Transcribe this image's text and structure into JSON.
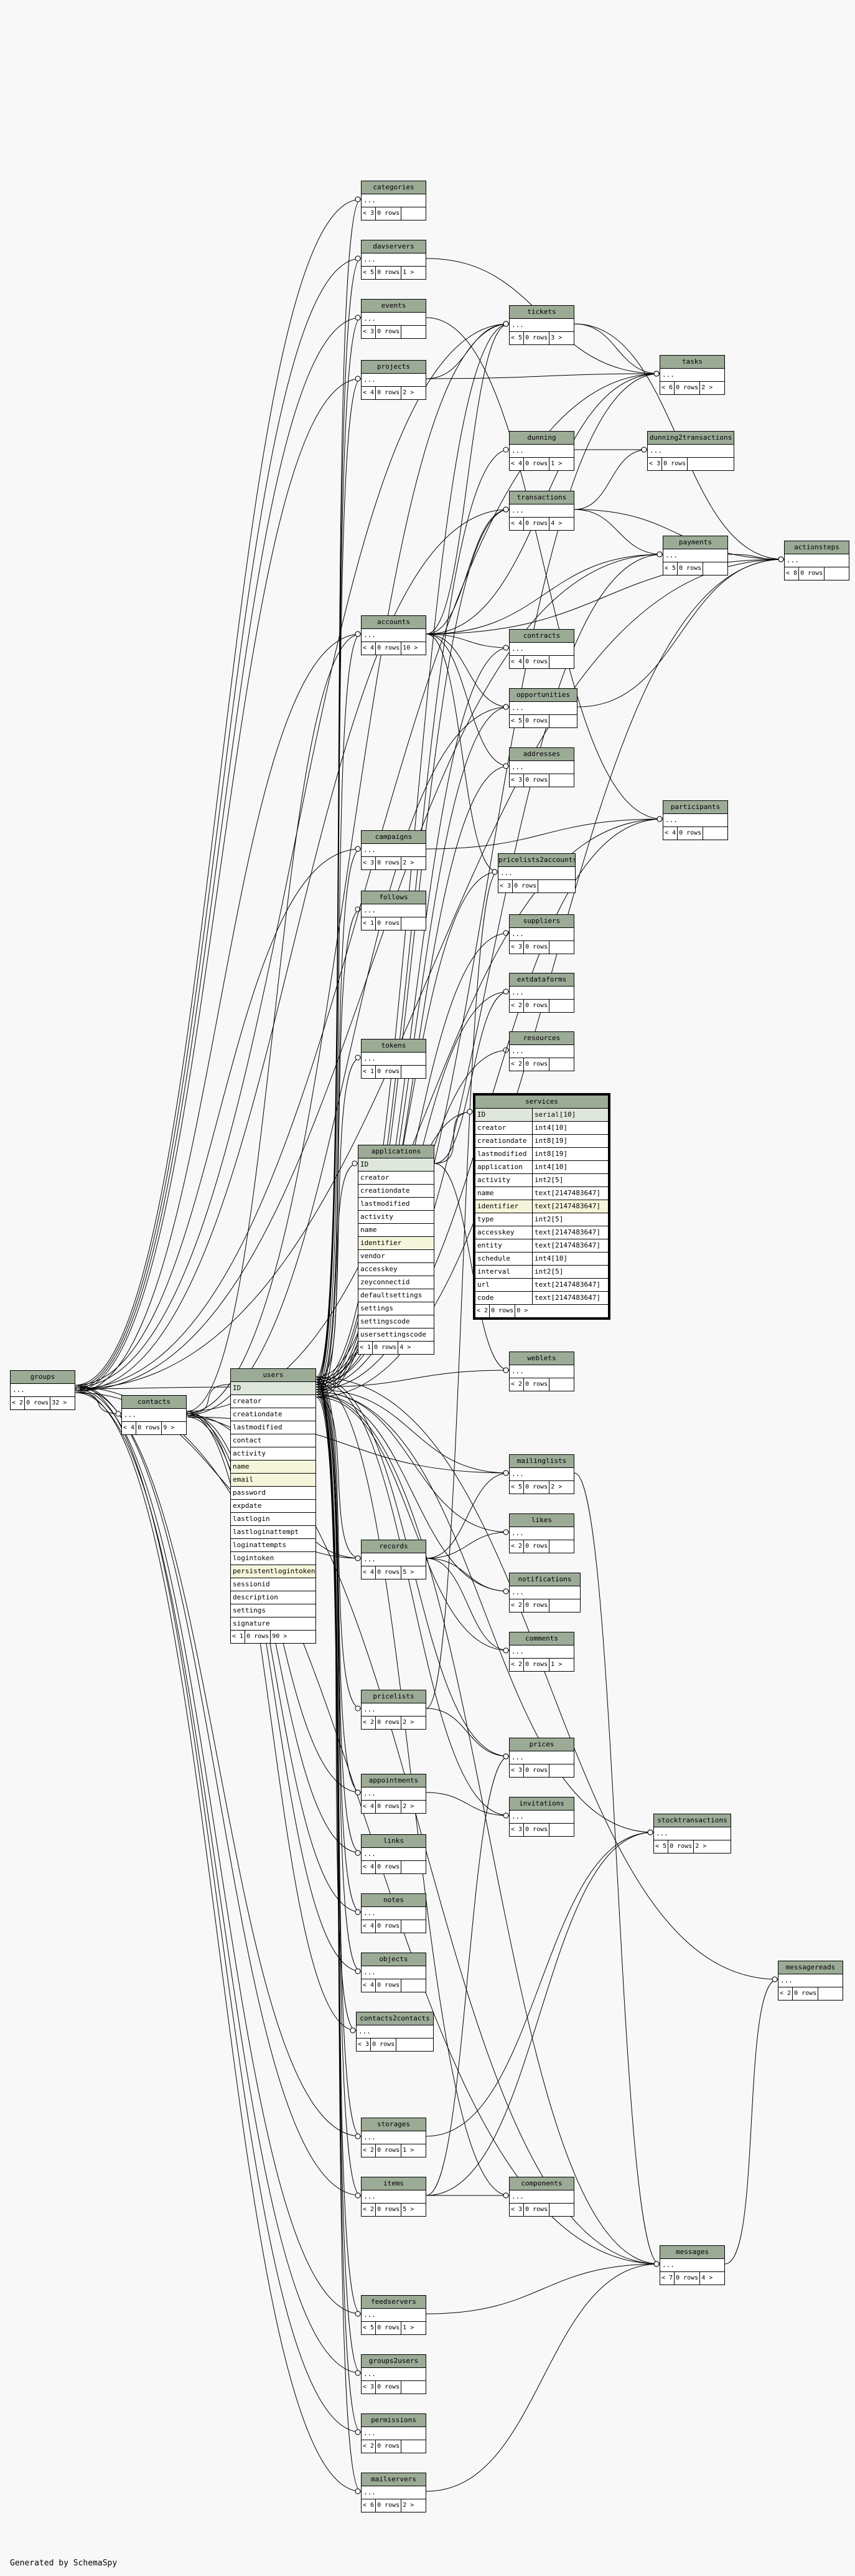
{
  "footer": "Generated by SchemaSpy",
  "ellipsis": "...",
  "tables": [
    {
      "id": "groups",
      "name": "groups",
      "children": "< 2",
      "rows": "0 rows",
      "parents": "32 >"
    },
    {
      "id": "contacts",
      "name": "contacts",
      "children": "< 4",
      "rows": "0 rows",
      "parents": "9 >"
    },
    {
      "id": "categories",
      "name": "categories",
      "children": "< 3",
      "rows": "0 rows",
      "parents": ""
    },
    {
      "id": "davservers",
      "name": "davservers",
      "children": "< 5",
      "rows": "0 rows",
      "parents": "1 >"
    },
    {
      "id": "events",
      "name": "events",
      "children": "< 3",
      "rows": "0 rows",
      "parents": ""
    },
    {
      "id": "projects",
      "name": "projects",
      "children": "< 4",
      "rows": "0 rows",
      "parents": "2 >"
    },
    {
      "id": "accounts",
      "name": "accounts",
      "children": "< 4",
      "rows": "0 rows",
      "parents": "10 >"
    },
    {
      "id": "campaigns",
      "name": "campaigns",
      "children": "< 3",
      "rows": "0 rows",
      "parents": "2 >"
    },
    {
      "id": "follows",
      "name": "follows",
      "children": "< 1",
      "rows": "0 rows",
      "parents": ""
    },
    {
      "id": "tokens",
      "name": "tokens",
      "children": "< 1",
      "rows": "0 rows",
      "parents": ""
    },
    {
      "id": "records",
      "name": "records",
      "children": "< 4",
      "rows": "0 rows",
      "parents": "5 >"
    },
    {
      "id": "pricelists",
      "name": "pricelists",
      "children": "< 2",
      "rows": "0 rows",
      "parents": "2 >"
    },
    {
      "id": "appointments",
      "name": "appointments",
      "children": "< 4",
      "rows": "0 rows",
      "parents": "2 >"
    },
    {
      "id": "links",
      "name": "links",
      "children": "< 4",
      "rows": "0 rows",
      "parents": ""
    },
    {
      "id": "notes",
      "name": "notes",
      "children": "< 4",
      "rows": "0 rows",
      "parents": ""
    },
    {
      "id": "objects",
      "name": "objects",
      "children": "< 4",
      "rows": "0 rows",
      "parents": ""
    },
    {
      "id": "contacts2contacts",
      "name": "contacts2contacts",
      "children": "< 3",
      "rows": "0 rows",
      "parents": ""
    },
    {
      "id": "storages",
      "name": "storages",
      "children": "< 2",
      "rows": "0 rows",
      "parents": "1 >"
    },
    {
      "id": "items",
      "name": "items",
      "children": "< 2",
      "rows": "0 rows",
      "parents": "5 >"
    },
    {
      "id": "feedservers",
      "name": "feedservers",
      "children": "< 5",
      "rows": "0 rows",
      "parents": "1 >"
    },
    {
      "id": "groups2users",
      "name": "groups2users",
      "children": "< 3",
      "rows": "0 rows",
      "parents": ""
    },
    {
      "id": "permissions",
      "name": "permissions",
      "children": "< 2",
      "rows": "0 rows",
      "parents": ""
    },
    {
      "id": "mailservers",
      "name": "mailservers",
      "children": "< 6",
      "rows": "0 rows",
      "parents": "2 >"
    },
    {
      "id": "tickets",
      "name": "tickets",
      "children": "< 5",
      "rows": "0 rows",
      "parents": "3 >"
    },
    {
      "id": "dunning",
      "name": "dunning",
      "children": "< 4",
      "rows": "0 rows",
      "parents": "1 >"
    },
    {
      "id": "transactions",
      "name": "transactions",
      "children": "< 4",
      "rows": "0 rows",
      "parents": "4 >"
    },
    {
      "id": "contracts",
      "name": "contracts",
      "children": "< 4",
      "rows": "0 rows",
      "parents": ""
    },
    {
      "id": "opportunities",
      "name": "opportunities",
      "children": "< 5",
      "rows": "0 rows",
      "parents": ""
    },
    {
      "id": "addresses",
      "name": "addresses",
      "children": "< 3",
      "rows": "0 rows",
      "parents": ""
    },
    {
      "id": "pricelists2accounts",
      "name": "pricelists2accounts",
      "children": "< 3",
      "rows": "0 rows",
      "parents": ""
    },
    {
      "id": "suppliers",
      "name": "suppliers",
      "children": "< 3",
      "rows": "0 rows",
      "parents": ""
    },
    {
      "id": "extdataforms",
      "name": "extdataforms",
      "children": "< 2",
      "rows": "0 rows",
      "parents": ""
    },
    {
      "id": "resources",
      "name": "resources",
      "children": "< 2",
      "rows": "0 rows",
      "parents": ""
    },
    {
      "id": "weblets",
      "name": "weblets",
      "children": "< 2",
      "rows": "0 rows",
      "parents": ""
    },
    {
      "id": "mailinglists",
      "name": "mailinglists",
      "children": "< 5",
      "rows": "0 rows",
      "parents": "2 >"
    },
    {
      "id": "likes",
      "name": "likes",
      "children": "< 2",
      "rows": "0 rows",
      "parents": ""
    },
    {
      "id": "notifications",
      "name": "notifications",
      "children": "< 2",
      "rows": "0 rows",
      "parents": ""
    },
    {
      "id": "comments",
      "name": "comments",
      "children": "< 2",
      "rows": "0 rows",
      "parents": "1 >"
    },
    {
      "id": "prices",
      "name": "prices",
      "children": "< 3",
      "rows": "0 rows",
      "parents": ""
    },
    {
      "id": "invitations",
      "name": "invitations",
      "children": "< 3",
      "rows": "0 rows",
      "parents": ""
    },
    {
      "id": "components",
      "name": "components",
      "children": "< 3",
      "rows": "0 rows",
      "parents": ""
    },
    {
      "id": "tasks",
      "name": "tasks",
      "children": "< 6",
      "rows": "0 rows",
      "parents": "2 >"
    },
    {
      "id": "dunning2transactions",
      "name": "dunning2transactions",
      "children": "< 3",
      "rows": "0 rows",
      "parents": ""
    },
    {
      "id": "payments",
      "name": "payments",
      "children": "< 5",
      "rows": "0 rows",
      "parents": ""
    },
    {
      "id": "participants",
      "name": "participants",
      "children": "< 4",
      "rows": "0 rows",
      "parents": ""
    },
    {
      "id": "stocktransactions",
      "name": "stocktransactions",
      "children": "< 5",
      "rows": "0 rows",
      "parents": "2 >"
    },
    {
      "id": "messages",
      "name": "messages",
      "children": "< 7",
      "rows": "0 rows",
      "parents": "4 >"
    },
    {
      "id": "actionsteps",
      "name": "actionsteps",
      "children": "< 8",
      "rows": "0 rows",
      "parents": ""
    },
    {
      "id": "messagereads",
      "name": "messagereads",
      "children": "< 2",
      "rows": "0 rows",
      "parents": ""
    }
  ],
  "users": {
    "name": "users",
    "columns": [
      {
        "name": "ID",
        "kind": "pk"
      },
      {
        "name": "creator",
        "kind": ""
      },
      {
        "name": "creationdate",
        "kind": ""
      },
      {
        "name": "lastmodified",
        "kind": ""
      },
      {
        "name": "contact",
        "kind": ""
      },
      {
        "name": "activity",
        "kind": ""
      },
      {
        "name": "name",
        "kind": "hl"
      },
      {
        "name": "email",
        "kind": "hl"
      },
      {
        "name": "password",
        "kind": ""
      },
      {
        "name": "expdate",
        "kind": ""
      },
      {
        "name": "lastlogin",
        "kind": ""
      },
      {
        "name": "lastloginattempt",
        "kind": ""
      },
      {
        "name": "loginattempts",
        "kind": ""
      },
      {
        "name": "logintoken",
        "kind": ""
      },
      {
        "name": "persistentlogintoken",
        "kind": "hl"
      },
      {
        "name": "sessionid",
        "kind": ""
      },
      {
        "name": "description",
        "kind": ""
      },
      {
        "name": "settings",
        "kind": ""
      },
      {
        "name": "signature",
        "kind": ""
      }
    ],
    "children": "< 1",
    "rows": "0 rows",
    "parents": "90 >"
  },
  "applications": {
    "name": "applications",
    "columns": [
      {
        "name": "ID",
        "kind": "pk"
      },
      {
        "name": "creator",
        "kind": ""
      },
      {
        "name": "creationdate",
        "kind": ""
      },
      {
        "name": "lastmodified",
        "kind": ""
      },
      {
        "name": "activity",
        "kind": ""
      },
      {
        "name": "name",
        "kind": ""
      },
      {
        "name": "identifier",
        "kind": "hl"
      },
      {
        "name": "vendor",
        "kind": ""
      },
      {
        "name": "accesskey",
        "kind": ""
      },
      {
        "name": "zeyconnectid",
        "kind": ""
      },
      {
        "name": "defaultsettings",
        "kind": ""
      },
      {
        "name": "settings",
        "kind": ""
      },
      {
        "name": "settingscode",
        "kind": ""
      },
      {
        "name": "usersettingscode",
        "kind": ""
      }
    ],
    "children": "< 1",
    "rows": "0 rows",
    "parents": "4 >"
  },
  "services": {
    "name": "services",
    "columns": [
      {
        "name": "ID",
        "type": "serial[10]",
        "kind": "pk"
      },
      {
        "name": "creator",
        "type": "int4[10]",
        "kind": ""
      },
      {
        "name": "creationdate",
        "type": "int8[19]",
        "kind": ""
      },
      {
        "name": "lastmodified",
        "type": "int8[19]",
        "kind": ""
      },
      {
        "name": "application",
        "type": "int4[10]",
        "kind": ""
      },
      {
        "name": "activity",
        "type": "int2[5]",
        "kind": ""
      },
      {
        "name": "name",
        "type": "text[2147483647]",
        "kind": ""
      },
      {
        "name": "identifier",
        "type": "text[2147483647]",
        "kind": "hl"
      },
      {
        "name": "type",
        "type": "int2[5]",
        "kind": ""
      },
      {
        "name": "accesskey",
        "type": "text[2147483647]",
        "kind": ""
      },
      {
        "name": "entity",
        "type": "text[2147483647]",
        "kind": ""
      },
      {
        "name": "schedule",
        "type": "int4[10]",
        "kind": ""
      },
      {
        "name": "interval",
        "type": "int2[5]",
        "kind": ""
      },
      {
        "name": "url",
        "type": "text[2147483647]",
        "kind": ""
      },
      {
        "name": "code",
        "type": "text[2147483647]",
        "kind": ""
      }
    ],
    "children": "< 2",
    "rows": "0 rows",
    "parents": "0 >"
  }
}
